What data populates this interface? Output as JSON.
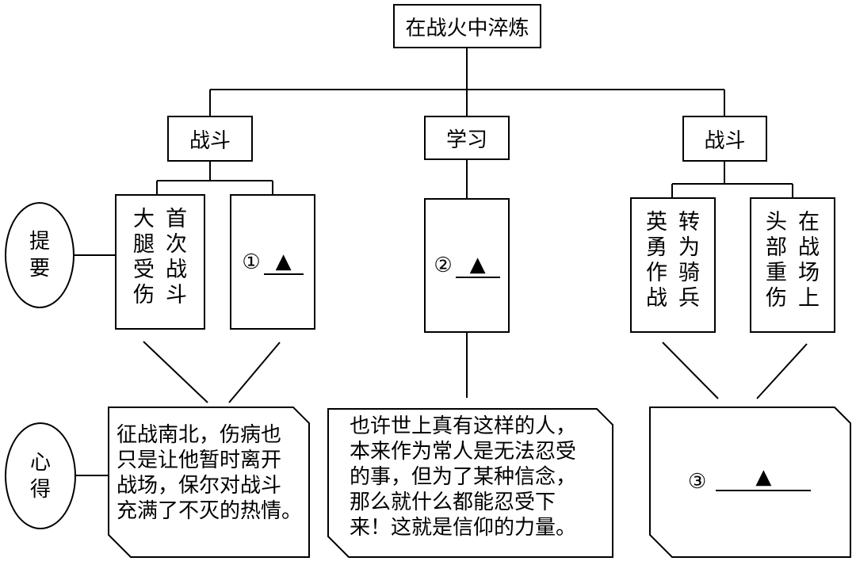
{
  "title": "在战火中淬炼",
  "branches": {
    "left": "战斗",
    "middle": "学习",
    "right": "战斗"
  },
  "details": {
    "left_a": {
      "col1": [
        "首",
        "次",
        "战",
        "斗"
      ],
      "col2": [
        "大",
        "腿",
        "受",
        "伤"
      ]
    },
    "left_b": {
      "marker": "①",
      "blank": "▲"
    },
    "middle": {
      "marker": "②",
      "blank": "▲"
    },
    "right_a": {
      "col1": [
        "转",
        "为",
        "骑",
        "兵"
      ],
      "col2": [
        "英",
        "勇",
        "作",
        "战"
      ]
    },
    "right_b": {
      "col1": [
        "在",
        "战",
        "场",
        "上"
      ],
      "col2": [
        "头",
        "部",
        "重",
        "伤"
      ]
    }
  },
  "row_labels": {
    "summary": [
      "提",
      "要"
    ],
    "insight": [
      "心",
      "得"
    ]
  },
  "insights": {
    "left": [
      "征战南北，伤病也",
      "只是让他暂时离开",
      "战场，保尔对战斗",
      "充满了不灭的热情。"
    ],
    "middle": [
      "也许世上真有这样的人，",
      "本来作为常人是无法忍受",
      "的事，但为了某种信念，",
      "那么就什么都能忍受下",
      "来！这就是信仰的力量。"
    ],
    "right": {
      "marker": "③",
      "blank": "▲"
    }
  }
}
